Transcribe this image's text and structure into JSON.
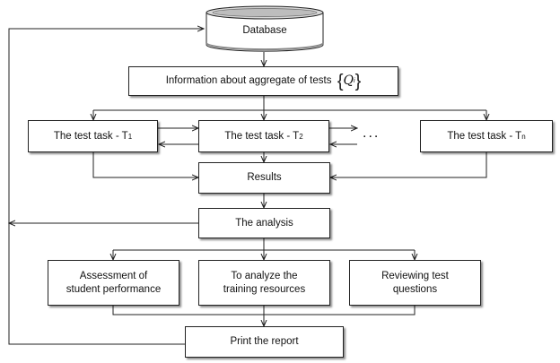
{
  "database": {
    "label": "Database"
  },
  "info": {
    "label": "Information about aggregate of tests",
    "symbol": "Q",
    "symbol_sup": "i"
  },
  "tasks": [
    {
      "prefix": "The test task - T",
      "sub": "1"
    },
    {
      "prefix": "The test task - T",
      "sub": "2"
    },
    {
      "prefix": "The test task - T",
      "sub": "n"
    }
  ],
  "ellipsis": "...",
  "results": {
    "label": "Results"
  },
  "analysis": {
    "label": "The analysis"
  },
  "outcomes": [
    {
      "line1": "Assessment of",
      "line2": "student performance"
    },
    {
      "line1": "To analyze the",
      "line2": "training resources"
    },
    {
      "line1": "Reviewing test",
      "line2": "questions"
    }
  ],
  "report": {
    "label": "Print the report"
  }
}
